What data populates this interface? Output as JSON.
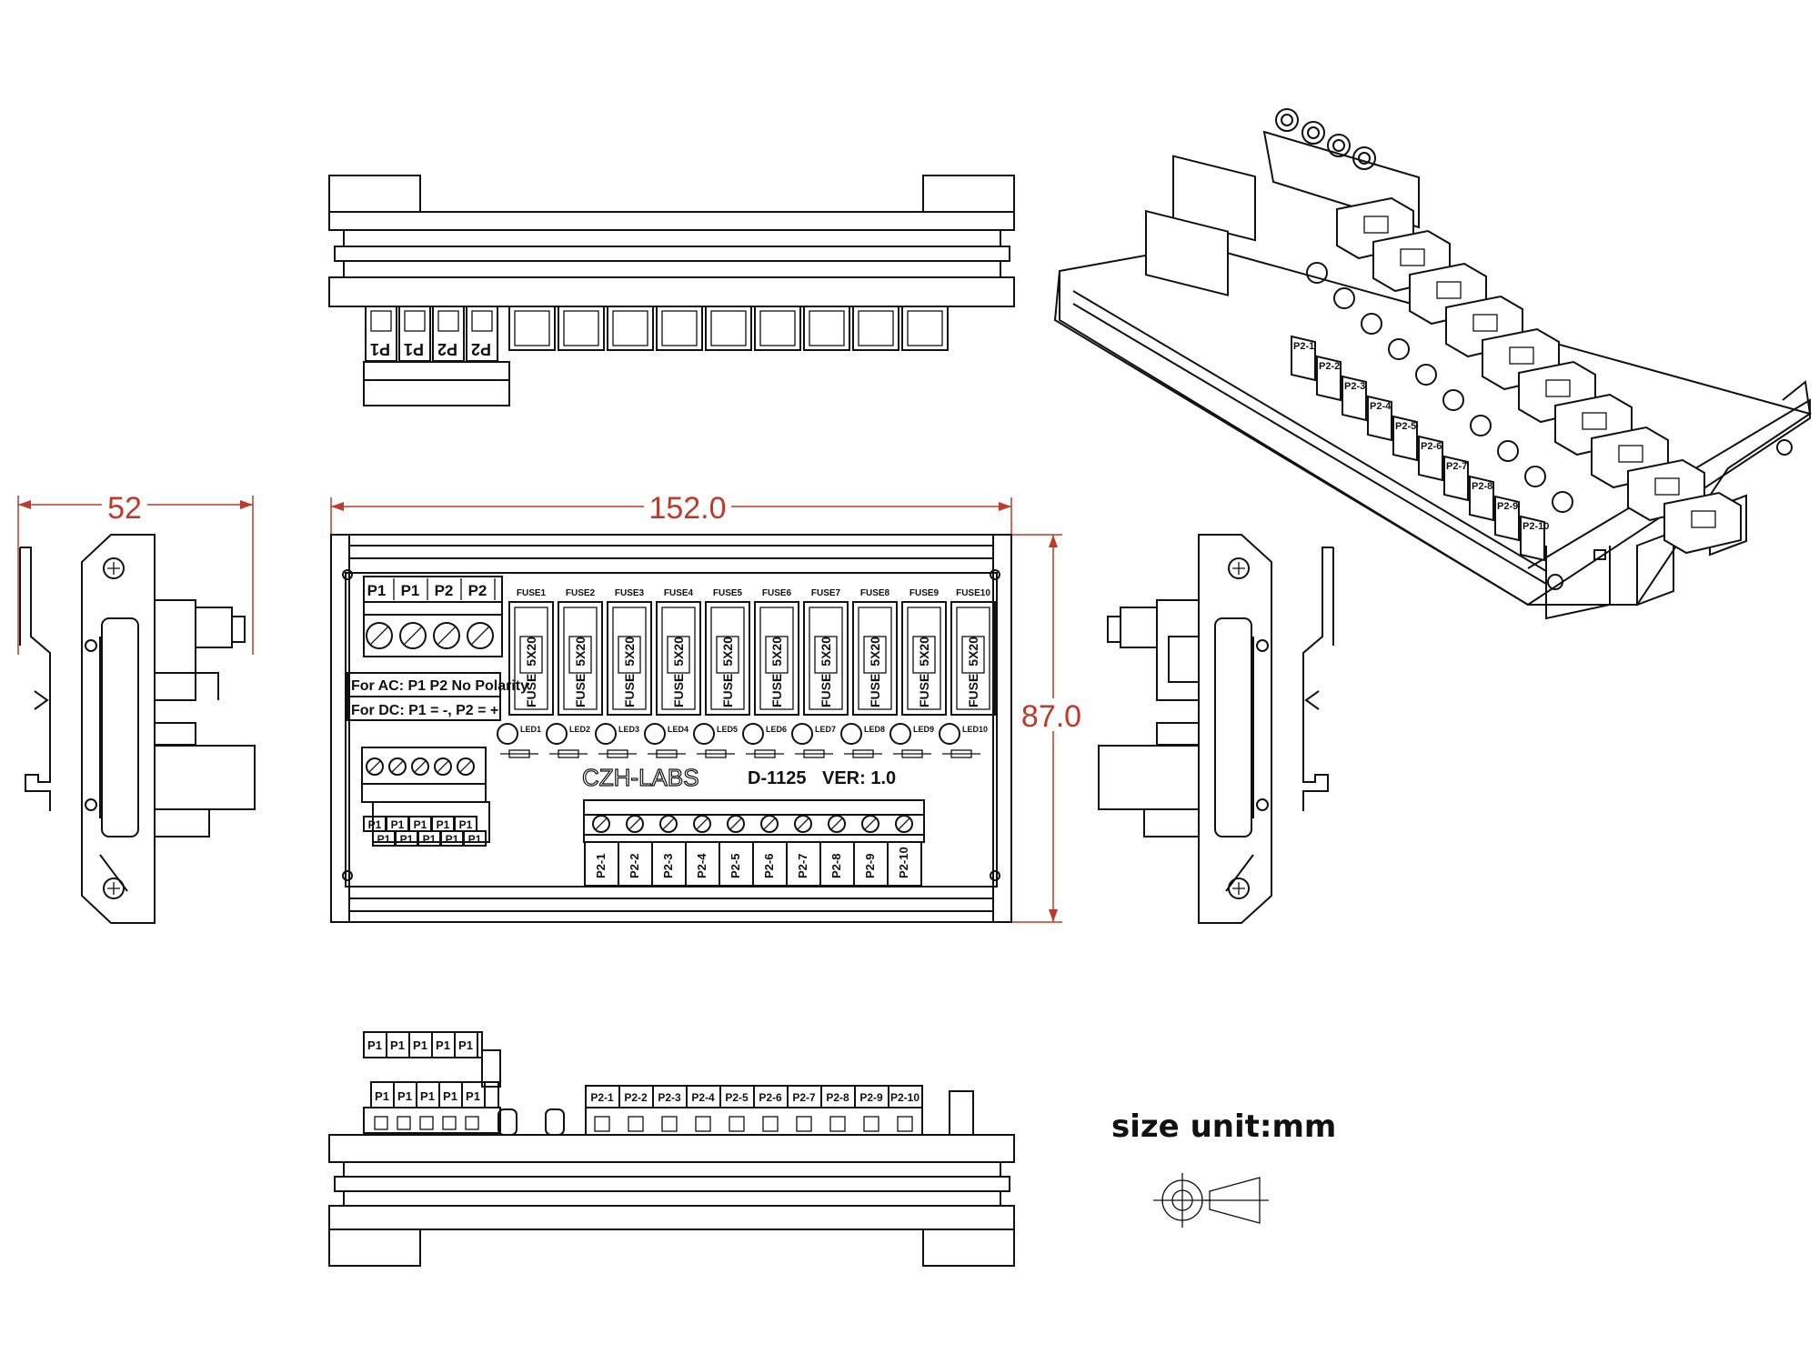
{
  "dimensions": {
    "width": "52",
    "length": "152.0",
    "height": "87.0"
  },
  "unit_label": "size unit:mm",
  "power_terminals": [
    "P1",
    "P1",
    "P2",
    "P2"
  ],
  "polarity_notes": [
    "For AC: P1 P2 No Polarity",
    "For DC: P1 = -, P2 = +"
  ],
  "fuse_labels": [
    "FUSE1",
    "FUSE2",
    "FUSE3",
    "FUSE4",
    "FUSE5",
    "FUSE6",
    "FUSE7",
    "FUSE8",
    "FUSE9",
    "FUSE10"
  ],
  "fuse_size": "5X20",
  "fuse_text": "FUSE",
  "led_labels": [
    "LED1",
    "LED2",
    "LED3",
    "LED4",
    "LED5",
    "LED6",
    "LED7",
    "LED8",
    "LED9",
    "LED10"
  ],
  "brand": "CZH-LABS",
  "model": "D-1125",
  "version": "VER: 1.0",
  "output_terminals": [
    "P2-1",
    "P2-2",
    "P2-3",
    "P2-4",
    "P2-5",
    "P2-6",
    "P2-7",
    "P2-8",
    "P2-9",
    "P2-10"
  ],
  "p1_terminal_label": "P1",
  "top_view_terminals": [
    "P1",
    "P1",
    "P2",
    "P2"
  ]
}
